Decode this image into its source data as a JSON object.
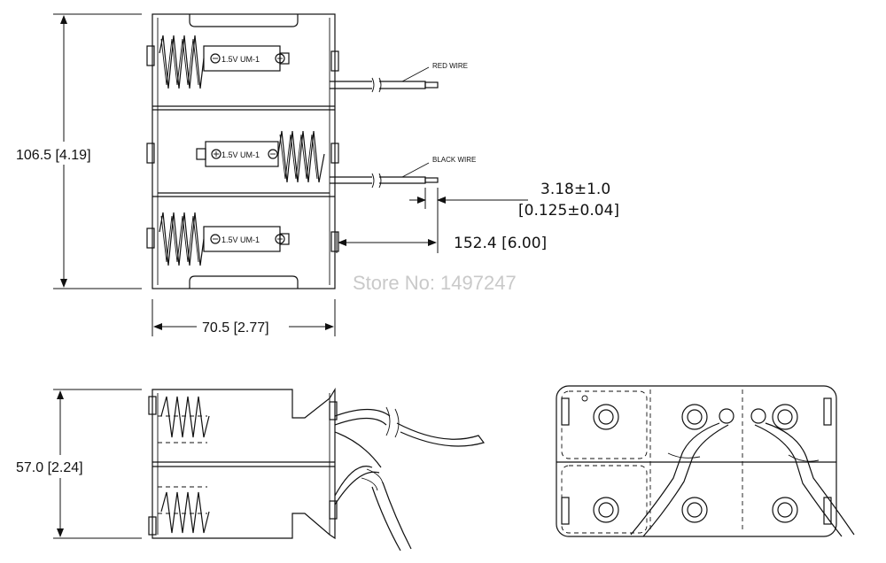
{
  "dimensions": {
    "height_top": "106.5 [4.19]",
    "width": "70.5 [2.77]",
    "tolerance_mm": "3.18±1.0",
    "tolerance_in": "[0.125±0.04]",
    "wire_length": "152.4  [6.00]",
    "height_side": "57.0 [2.24]"
  },
  "labels": {
    "red_wire": "RED WIRE",
    "black_wire": "BLACK WIRE",
    "battery_1": "1.5V UM-1",
    "battery_2": "1.5V UM-1",
    "battery_3": "1.5V UM-1"
  },
  "watermark": "Store No: 1497247"
}
